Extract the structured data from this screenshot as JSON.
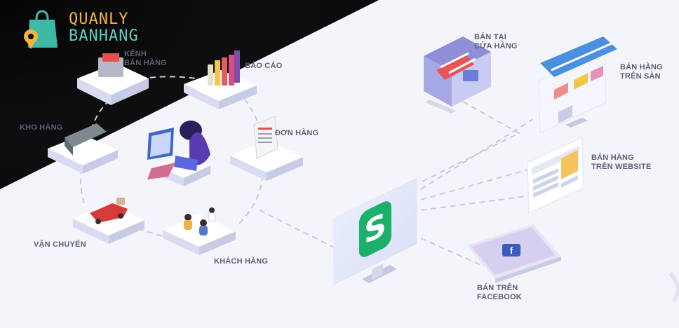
{
  "brand": {
    "line1": "QUANLY",
    "line2": "BANHANG"
  },
  "hub_labels": {
    "kenh_ban_hang": "KÊNH\nBÁN HÀNG",
    "bao_cao": "BÁO CÁO",
    "kho_hang": "KHO HÀNG",
    "don_hang": "ĐƠN HÀNG",
    "van_chuyen": "VẬN CHUYỂN",
    "khach_hang": "KHÁCH HÀNG"
  },
  "channel_labels": {
    "cua_hang": "BÁN TẠI\nCỬA HÀNG",
    "tren_san": "BÁN HÀNG\nTRÊN SÀN",
    "website": "BÁN HÀNG\nTRÊN WEBSITE",
    "facebook": "BÁN TRÊN\nFACEBOOK"
  },
  "center_logo": "S",
  "facebook_icon": "f",
  "colors": {
    "dark_corner": "#0b0b0e",
    "brand_orange": "#f2b53a",
    "brand_teal": "#5fd0c2",
    "green_logo": "#1bb16a",
    "label_gray": "#5a5f73"
  }
}
